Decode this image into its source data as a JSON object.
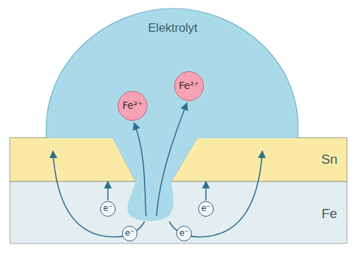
{
  "diagram": {
    "nodes": [
      {
        "text": [
          "Elektrolyt"
        ]
      },
      {
        "text": [
          "Fe²⁺"
        ],
        "in": 0
      },
      {
        "text": [
          "Fe²⁺"
        ],
        "in": 0
      },
      {
        "text": [
          "Sn"
        ]
      },
      {
        "text": [
          "Fe"
        ]
      },
      {
        "text": [
          "e⁻"
        ],
        "in": 4
      },
      {
        "text": [
          "e⁻"
        ],
        "in": 4
      },
      {
        "text": [
          "e⁻"
        ],
        "in": 4
      },
      {
        "text": [
          "e⁻"
        ],
        "in": 4
      }
    ],
    "edges": [
      {
        "from": 5,
        "to": 3,
        "arrow": "to"
      },
      {
        "from": 6,
        "to": 3,
        "arrow": "to"
      }
    ]
  }
}
